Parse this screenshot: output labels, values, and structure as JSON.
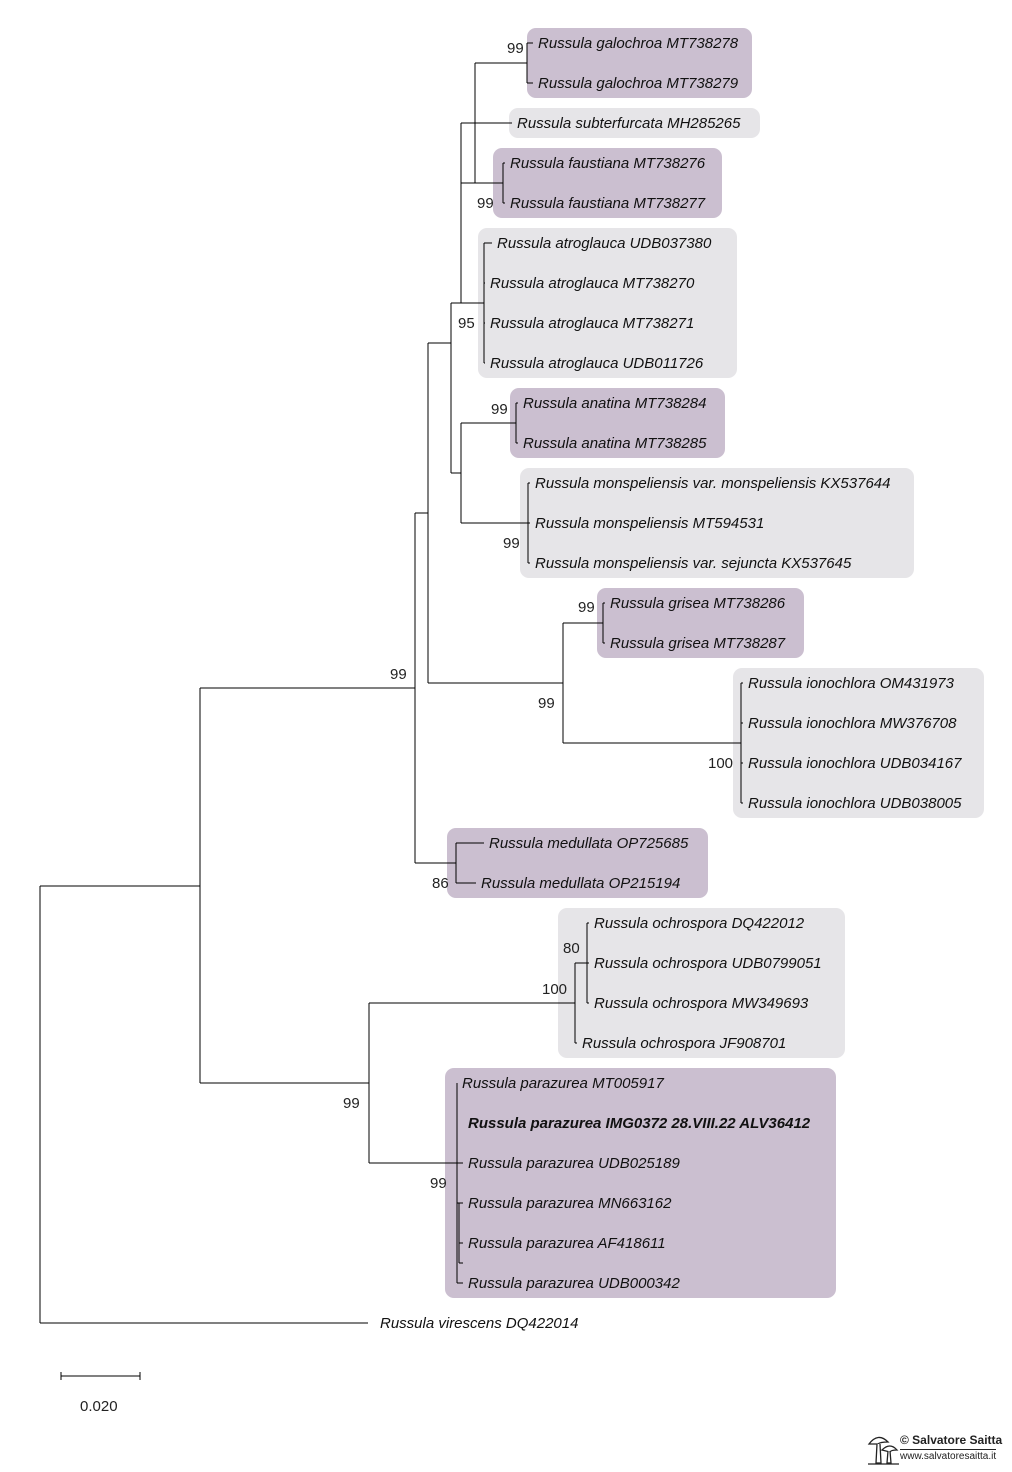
{
  "colors": {
    "purple_box": "#cbbfd0",
    "grey_box": "#e6e5e8",
    "line": "#000000"
  },
  "taxa": [
    "Russula galochroa MT738278",
    "Russula galochroa MT738279",
    "Russula subterfurcata MH285265",
    "Russula faustiana MT738276",
    "Russula faustiana MT738277",
    "Russula atroglauca UDB037380",
    "Russula atroglauca MT738270",
    "Russula atroglauca MT738271",
    "Russula atroglauca UDB011726",
    "Russula anatina MT738284",
    "Russula anatina MT738285",
    "Russula monspeliensis var. monspeliensis KX537644",
    "Russula monspeliensis MT594531",
    "Russula monspeliensis var. sejuncta KX537645",
    "Russula grisea MT738286",
    "Russula grisea MT738287",
    "Russula ionochlora OM431973",
    "Russula ionochlora MW376708",
    "Russula ionochlora UDB034167",
    "Russula ionochlora UDB038005",
    "Russula medullata OP725685",
    "Russula medullata OP215194",
    "Russula ochrospora DQ422012",
    "Russula ochrospora UDB0799051",
    "Russula ochrospora MW349693",
    "Russula ochrospora JF908701",
    "Russula parazurea MT005917",
    "Russula parazurea IMG0372 28.VIII.22 ALV36412",
    "Russula parazurea UDB025189",
    "Russula parazurea MN663162",
    "Russula parazurea AF418611",
    "Russula parazurea UDB000342",
    "Russula virescens DQ422014"
  ],
  "highlighted_taxon_index": 27,
  "support_values": [
    "99",
    "99",
    "95",
    "99",
    "99",
    "99",
    "99",
    "100",
    "99",
    "86",
    "80",
    "100",
    "99",
    "99"
  ],
  "scale_bar": {
    "label": "0.020"
  },
  "credit": {
    "name": "© Salvatore Saitta",
    "url": "www.salvatoresaitta.it",
    "logo": "mushroom-logo-icon"
  }
}
